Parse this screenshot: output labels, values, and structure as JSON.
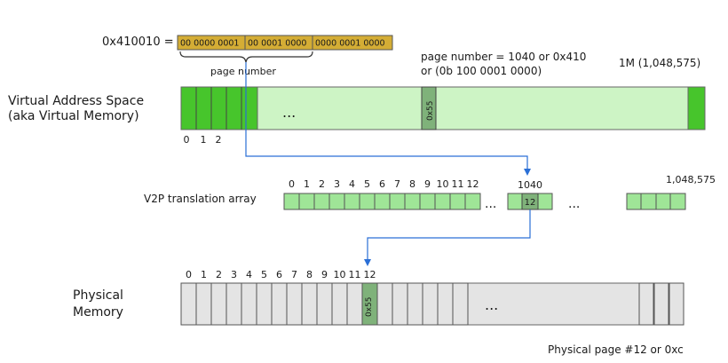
{
  "address": {
    "label": "0x410010 =",
    "bits": [
      "00 0000 0001",
      "00 0001 0000",
      "0000 0001 0000"
    ],
    "brace_label": "page number"
  },
  "page_number_note": {
    "line1": "page number = 1040 or 0x410",
    "line2": "or (0b 100 0001 0000)"
  },
  "vas": {
    "title_line1": "Virtual Address Space",
    "title_line2": "(aka Virtual Memory)",
    "size_label": "1M (1,048,575)",
    "ellipsis": "...",
    "page_marker": "0x55",
    "indices": [
      "0",
      "1",
      "2"
    ]
  },
  "v2p": {
    "title": "V2P translation array",
    "indices": [
      "0",
      "1",
      "2",
      "3",
      "4",
      "5",
      "6",
      "7",
      "8",
      "9",
      "10",
      "11",
      "12"
    ],
    "ellipsis1": "...",
    "ellipsis2": "...",
    "entry_index": "1040",
    "entry_value": "12",
    "last_index": "1,048,575"
  },
  "physical": {
    "title_line1": "Physical",
    "title_line2": "Memory",
    "indices": [
      "0",
      "1",
      "2",
      "3",
      "4",
      "5",
      "6",
      "7",
      "8",
      "9",
      "10",
      "11",
      "12"
    ],
    "page_marker": "0x55",
    "ellipsis": "...",
    "caption": "Physical page #12 or 0xc"
  },
  "colors": {
    "address_bits": "#d4ad35",
    "green_dark": "#47c52c",
    "green_light": "#cdf4c5",
    "green_mid": "#9fe597",
    "marker_green": "#7fb27a",
    "gray": "#e4e4e4",
    "arrow": "#2a6fd6"
  }
}
